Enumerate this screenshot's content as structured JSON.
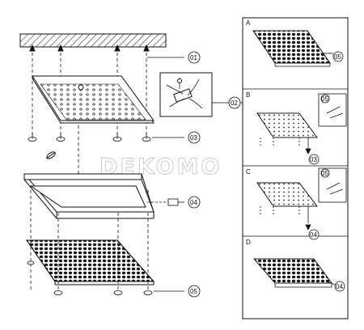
{
  "callouts": {
    "c01": "01",
    "c02": "02",
    "c03": "03",
    "c04": "04",
    "c05": "05"
  },
  "panels": {
    "a": {
      "letter": "A",
      "part": "05"
    },
    "b": {
      "letter": "B",
      "part": "03",
      "inset": "05"
    },
    "c": {
      "letter": "C",
      "part": "04",
      "inset": "05"
    },
    "d": {
      "letter": "D",
      "part": "04"
    }
  },
  "watermark": "DEKOMO",
  "colors": {
    "line": "#111111",
    "hatch": "#333333",
    "watermark": "#c9c9c9",
    "dots": "#222222"
  }
}
